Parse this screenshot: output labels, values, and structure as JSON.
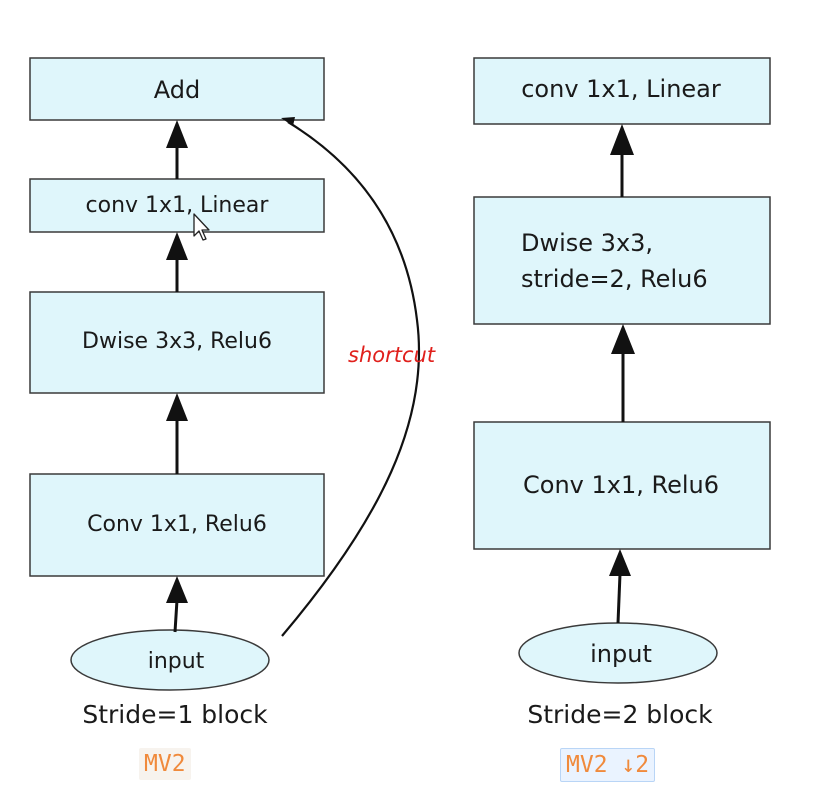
{
  "left_block": {
    "add": "Add",
    "conv_linear": "conv 1x1, Linear",
    "dwise": "Dwise 3x3, Relu6",
    "conv_relu": "Conv 1x1, Relu6",
    "input": "input",
    "shortcut": "shortcut",
    "caption": "Stride=1 block",
    "tag": "MV2"
  },
  "right_block": {
    "conv_linear": "conv 1x1, Linear",
    "dwise_line1": "Dwise 3x3,",
    "dwise_line2": "stride=2, Relu6",
    "conv_relu": "Conv 1x1, Relu6",
    "input": "input",
    "caption": "Stride=2 block",
    "tag": "MV2 ↓2"
  },
  "colors": {
    "box_fill": "#dff6fb",
    "shortcut_label": "#e0201c",
    "tag_text": "#f08a3c"
  }
}
